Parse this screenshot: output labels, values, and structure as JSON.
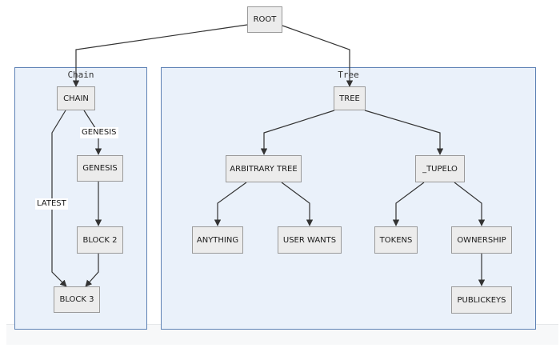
{
  "clusters": {
    "chain": "Chain",
    "tree": "Tree"
  },
  "nodes": {
    "root": "ROOT",
    "chain": "CHAIN",
    "genesis": "GENESIS",
    "block2": "BLOCK 2",
    "block3": "BLOCK 3",
    "tree": "TREE",
    "arbitrary_tree": "ARBITRARY TREE",
    "tupelo": "_TUPELO",
    "anything": "ANYTHING",
    "user_wants": "USER WANTS",
    "tokens": "TOKENS",
    "ownership": "OWNERSHIP",
    "publickeys": "PUBLICKEYS"
  },
  "edge_labels": {
    "genesis": "GENESIS",
    "latest": "LATEST"
  },
  "colors": {
    "cluster_fill": "#eaf1fa",
    "cluster_border": "#5e82b5",
    "node_fill": "#ececec",
    "node_border": "#9a9a9a",
    "edge": "#333333"
  }
}
